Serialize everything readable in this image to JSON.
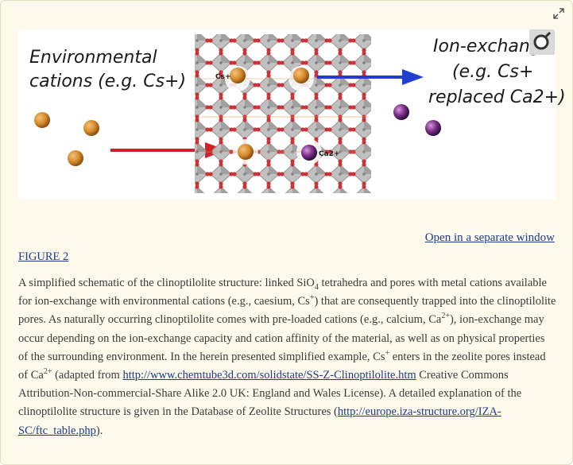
{
  "figure": {
    "left_text_line1": "Environmental",
    "left_text_line2": "cations (e.g. Cs+)",
    "right_text_line1": "Ion-exchange",
    "right_text_line2": "(e.g. Cs+",
    "right_text_line3": "replaced Ca2+)",
    "cs_label": "Cs+",
    "ca_label": "Ca2+"
  },
  "open_link": "Open in a separate window",
  "figure_label": "FIGURE 2",
  "caption": {
    "t1": "A simplified schematic of the clinoptilolite structure: linked SiO",
    "t1_sub": "4",
    "t2": " tetrahedra and pores with metal cations available for ion-exchange with environmental cations (e.g., caesium, Cs",
    "t2_sup": "+",
    "t3": ") that are consequently trapped into the clinoptilolite pores. As naturally occurring clinoptilolite comes with pre-loaded cations (e.g., calcium, Ca",
    "t3_sup": "2+",
    "t4": "), ion-exchange may occur depending on the ion-exchange capacity and cation affinity of the material, as well as on physical properties of the surrounding environment. In the herein presented simplified example, Cs",
    "t4_sup": "+",
    "t5": " enters in the zeolite pores instead of Ca",
    "t5_sup": "2+",
    "t6": " (adapted from ",
    "link1": "http://www.chemtube3d.com/solidstate/SS-Z-Clinoptilolite.htm",
    "t7": " Creative Commons Attribution-Non-commercial-Share Alike 2.0 UK: England and Wales License). A detailed explanation of the clinoptilolite structure is given in the Database of Zeolite Structures (",
    "link2": "http://europe.iza-structure.org/IZA-SC/ftc_table.php",
    "t8": ")."
  }
}
